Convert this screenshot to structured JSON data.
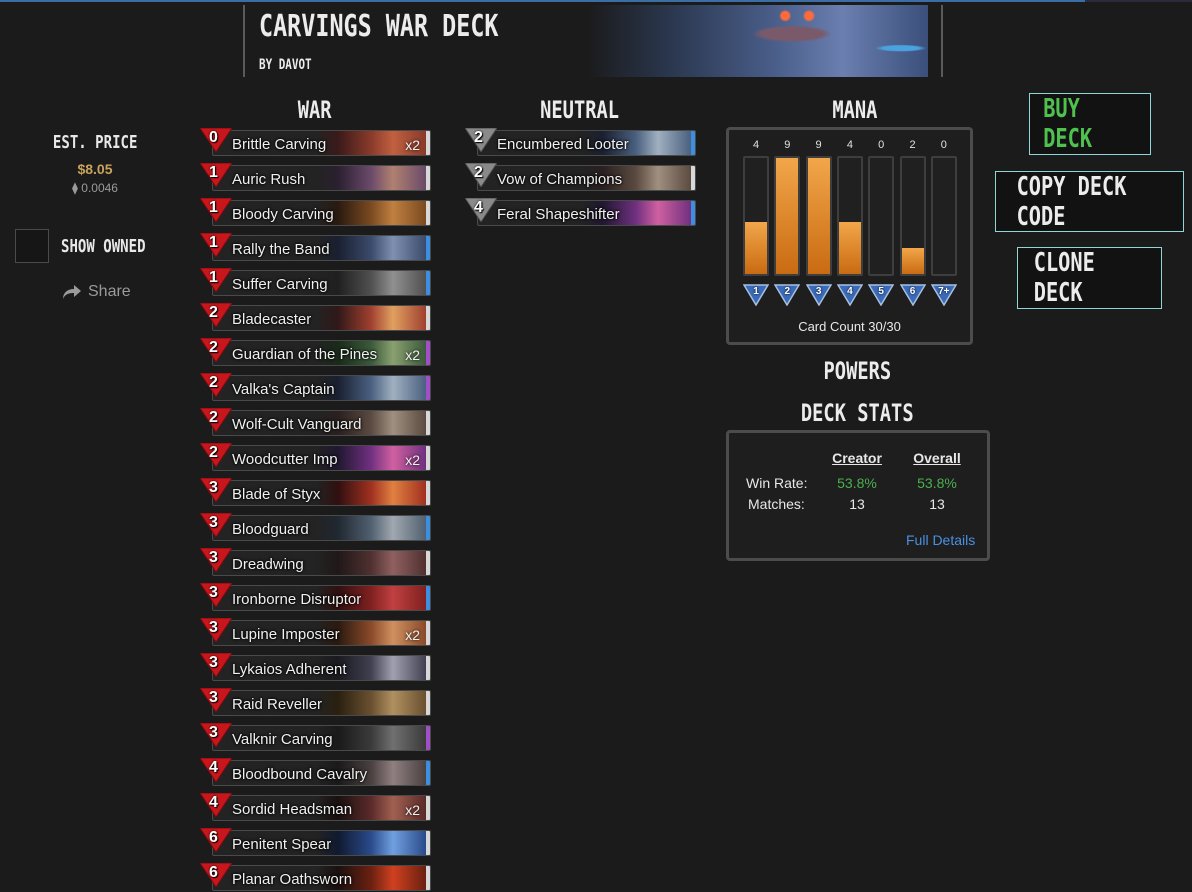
{
  "deck": {
    "title": "CARVINGS WAR DECK",
    "author": "BY DAVOT"
  },
  "price": {
    "label": "EST. PRICE",
    "usd": "$8.05",
    "eth": "0.0046"
  },
  "owned": {
    "label": "SHOW OWNED",
    "checked": false
  },
  "share": {
    "label": "Share"
  },
  "sections": {
    "war": "WAR",
    "neutral": "NEUTRAL",
    "mana": "MANA",
    "powers": "POWERS",
    "stats": "DECK STATS"
  },
  "war_cards": [
    {
      "cost": "0",
      "name": "Brittle Carving",
      "qty": "x2",
      "rarity": "common"
    },
    {
      "cost": "1",
      "name": "Auric Rush",
      "qty": "",
      "rarity": "common"
    },
    {
      "cost": "1",
      "name": "Bloody Carving",
      "qty": "",
      "rarity": "common"
    },
    {
      "cost": "1",
      "name": "Rally the Band",
      "qty": "",
      "rarity": "rare"
    },
    {
      "cost": "1",
      "name": "Suffer Carving",
      "qty": "",
      "rarity": "rare"
    },
    {
      "cost": "2",
      "name": "Bladecaster",
      "qty": "",
      "rarity": "common"
    },
    {
      "cost": "2",
      "name": "Guardian of the Pines",
      "qty": "x2",
      "rarity": "epic"
    },
    {
      "cost": "2",
      "name": "Valka's Captain",
      "qty": "",
      "rarity": "epic"
    },
    {
      "cost": "2",
      "name": "Wolf-Cult Vanguard",
      "qty": "",
      "rarity": "common"
    },
    {
      "cost": "2",
      "name": "Woodcutter Imp",
      "qty": "x2",
      "rarity": "common"
    },
    {
      "cost": "3",
      "name": "Blade of Styx",
      "qty": "",
      "rarity": "common"
    },
    {
      "cost": "3",
      "name": "Bloodguard",
      "qty": "",
      "rarity": "rare"
    },
    {
      "cost": "3",
      "name": "Dreadwing",
      "qty": "",
      "rarity": "common"
    },
    {
      "cost": "3",
      "name": "Ironborne Disruptor",
      "qty": "",
      "rarity": "rare"
    },
    {
      "cost": "3",
      "name": "Lupine Imposter",
      "qty": "x2",
      "rarity": "common"
    },
    {
      "cost": "3",
      "name": "Lykaios Adherent",
      "qty": "",
      "rarity": "common"
    },
    {
      "cost": "3",
      "name": "Raid Reveller",
      "qty": "",
      "rarity": "common"
    },
    {
      "cost": "3",
      "name": "Valknir Carving",
      "qty": "",
      "rarity": "epic"
    },
    {
      "cost": "4",
      "name": "Bloodbound Cavalry",
      "qty": "",
      "rarity": "rare"
    },
    {
      "cost": "4",
      "name": "Sordid Headsman",
      "qty": "x2",
      "rarity": "common"
    },
    {
      "cost": "6",
      "name": "Penitent Spear",
      "qty": "",
      "rarity": "common"
    },
    {
      "cost": "6",
      "name": "Planar Oathsworn",
      "qty": "",
      "rarity": "common"
    }
  ],
  "neutral_cards": [
    {
      "cost": "2",
      "name": "Encumbered Looter",
      "qty": "",
      "rarity": "rare"
    },
    {
      "cost": "2",
      "name": "Vow of Champions",
      "qty": "",
      "rarity": "common"
    },
    {
      "cost": "4",
      "name": "Feral Shapeshifter",
      "qty": "",
      "rarity": "rare"
    }
  ],
  "chart_data": {
    "type": "bar",
    "categories": [
      "1",
      "2",
      "3",
      "4",
      "5",
      "6",
      "7+"
    ],
    "values": [
      4,
      9,
      9,
      4,
      0,
      2,
      0
    ],
    "ylim": [
      0,
      9
    ]
  },
  "mana": {
    "card_count": "Card Count 30/30"
  },
  "stats": {
    "col_creator": "Creator",
    "col_overall": "Overall",
    "win_rate_label": "Win Rate:",
    "win_rate_creator": "53.8%",
    "win_rate_overall": "53.8%",
    "matches_label": "Matches:",
    "matches_creator": "13",
    "matches_overall": "13",
    "details_link": "Full Details"
  },
  "buttons": {
    "buy": "BUY DECK",
    "copy": "COPY DECK CODE",
    "clone": "CLONE DECK"
  },
  "colors": {
    "war_red": "#c8161d",
    "neutral_gray": "#8a8a8a",
    "rare": "#3b8ee0",
    "epic": "#a24ec8",
    "common": "#d8d8d8",
    "buy_green": "#4fc14f",
    "button_border": "#8fd6d6"
  }
}
